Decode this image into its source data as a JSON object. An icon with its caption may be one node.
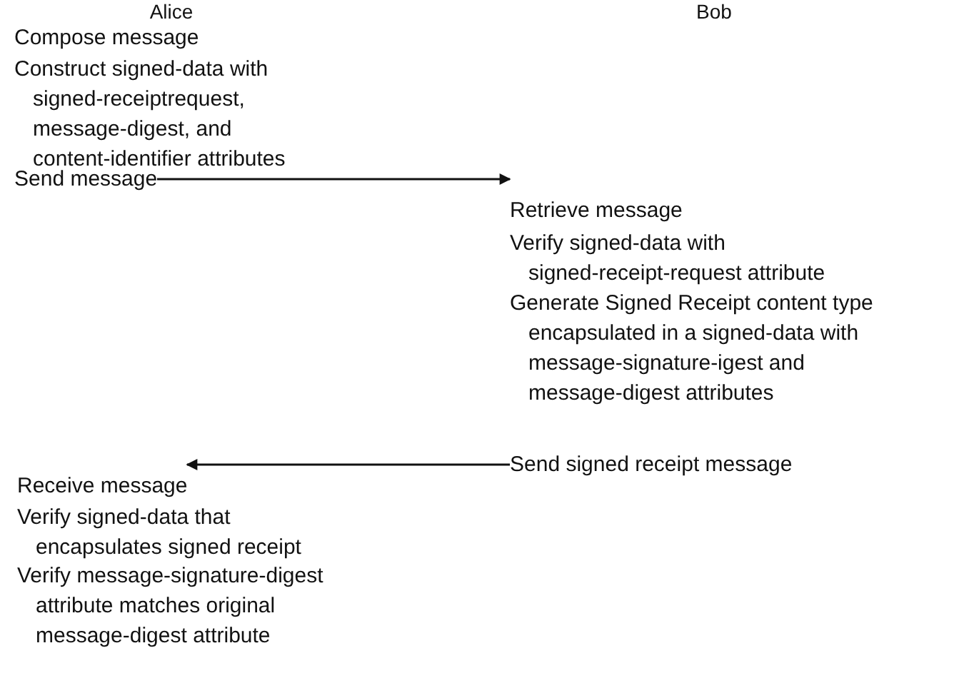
{
  "diagram": {
    "nodes": [
      {
        "text": [
          "Compose message"
        ]
      },
      {
        "text": [
          "Construct signed-data with signed-receiptrequest, message-digest, and content-identifier attributes"
        ]
      },
      {
        "text": [
          "Send message"
        ]
      },
      {
        "text": [
          "Retrieve message"
        ]
      },
      {
        "text": [
          "Verify signed-data with signed-receipt-request attribute"
        ]
      },
      {
        "text": [
          "Generate Signed Receipt content type encapsulated in a signed-data with message-signature-igest and message-digest attributes"
        ]
      },
      {
        "text": [
          "Send signed receipt message"
        ]
      },
      {
        "text": [
          "Receive message"
        ]
      },
      {
        "text": [
          "Verify signed-data that encapsulates signed receipt"
        ]
      },
      {
        "text": [
          "Verify message-signature-digest attribute matches original message-digest attribute"
        ]
      }
    ],
    "edges": [
      {
        "from": 2,
        "to": 3,
        "arrow": "to"
      },
      {
        "from": 6,
        "to": 7,
        "arrow": "to"
      }
    ],
    "labels": [
      "Alice",
      "Bob"
    ]
  }
}
